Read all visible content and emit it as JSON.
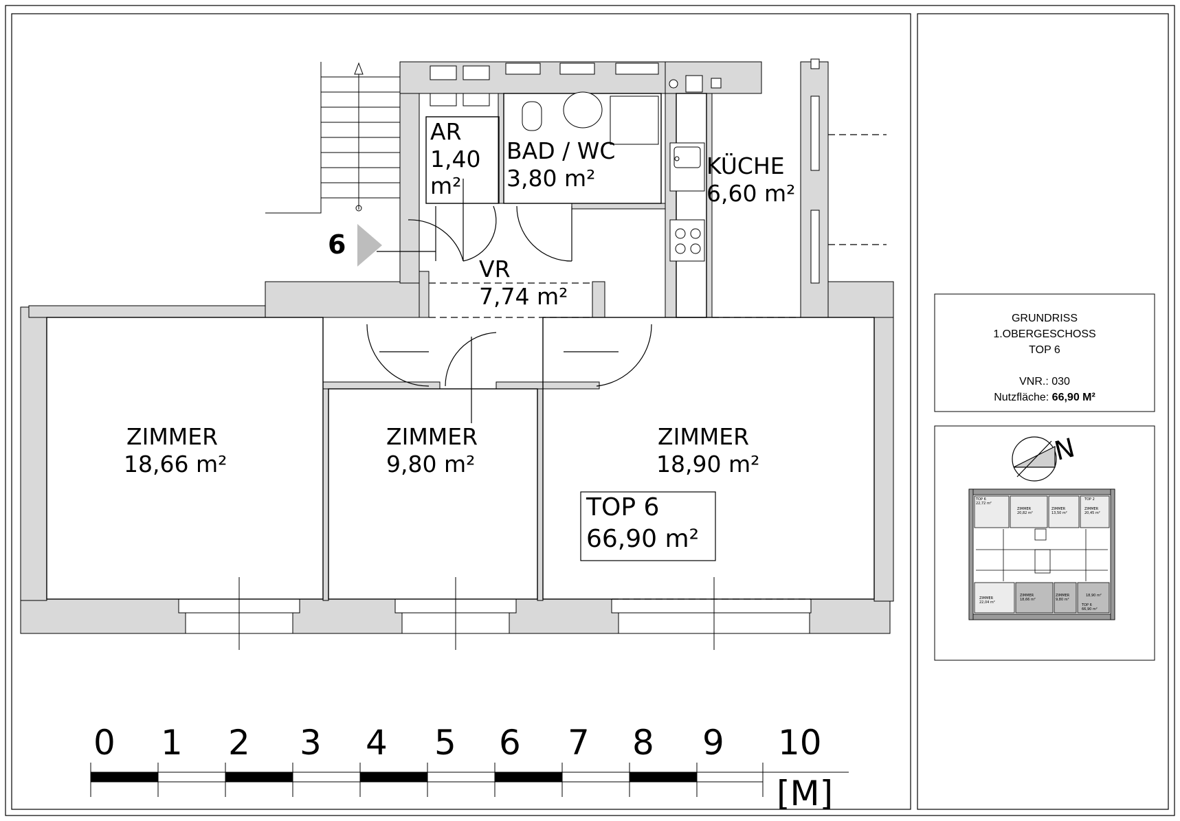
{
  "rooms": {
    "ar": {
      "name": "AR",
      "area_num": "1,40",
      "area_unit": "m²"
    },
    "bad": {
      "name": "BAD / WC",
      "area": "3,80 m²"
    },
    "kueche": {
      "name": "KÜCHE",
      "area": "6,60 m²"
    },
    "vr": {
      "name": "VR",
      "area": "7,74 m²"
    },
    "zimmer1": {
      "name": "ZIMMER",
      "area": "18,66 m²"
    },
    "zimmer2": {
      "name": "ZIMMER",
      "area": "9,80 m²"
    },
    "zimmer3": {
      "name": "ZIMMER",
      "area": "18,90 m²"
    }
  },
  "unit_box": {
    "name": "TOP 6",
    "area": "66,90 m²"
  },
  "entrance": {
    "number": "6"
  },
  "scale": {
    "ticks": [
      "0",
      "1",
      "2",
      "3",
      "4",
      "5",
      "6",
      "7",
      "8",
      "9",
      "10"
    ],
    "unit": "[M]"
  },
  "title_block": {
    "line1": "GRUNDRISS",
    "line2": "1.OBERGESCHOSS",
    "line3": "TOP 6",
    "vnr": "VNR.: 030",
    "nutz_label": "Nutzfläche: ",
    "nutz_value": "66,90 M²"
  },
  "north": {
    "letter": "N"
  },
  "key_plan": {
    "labels": [
      "TOP 6",
      "ZIMMER",
      "ZIMMER",
      "ZIMMER",
      "TOP 2",
      "ZIMMER",
      "ZIMMER",
      "ZIMMER",
      "TOP 6"
    ],
    "areas": [
      "22,72 m²",
      "20,82 m²",
      "13,50 m²",
      "20,45 m²",
      "22,04 m²",
      "18,66 m²",
      "9,80 m²",
      "18,90 m²",
      "66,90 m²"
    ]
  },
  "colors": {
    "wall": "#d9d9d9",
    "line": "#000000",
    "symbol": "#bdbdbd"
  }
}
